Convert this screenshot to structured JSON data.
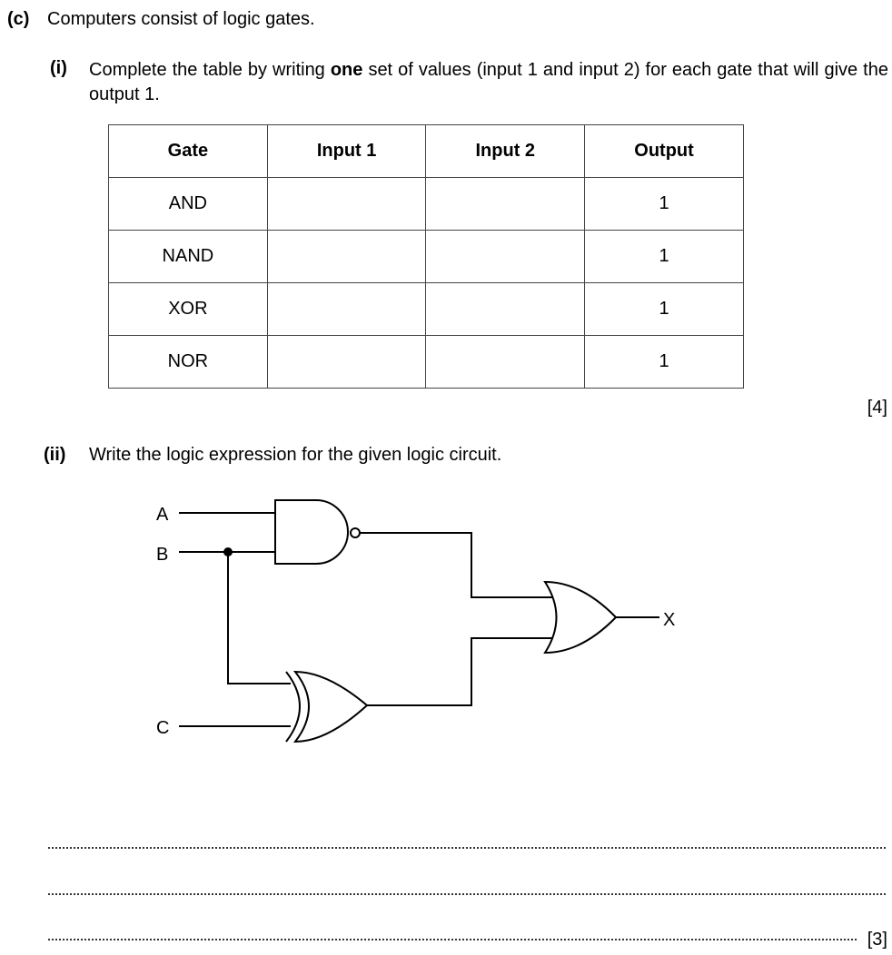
{
  "question": {
    "label": "(c)",
    "text": "Computers consist of logic gates."
  },
  "part_i": {
    "label": "(i)",
    "text_before": "Complete the table by writing ",
    "text_bold": "one",
    "text_after": " set of values (input 1 and input 2) for each gate that will give the output 1.",
    "marks": "[4]"
  },
  "table": {
    "headers": [
      "Gate",
      "Input 1",
      "Input 2",
      "Output"
    ],
    "rows": [
      {
        "gate": "AND",
        "input1": "",
        "input2": "",
        "output": "1"
      },
      {
        "gate": "NAND",
        "input1": "",
        "input2": "",
        "output": "1"
      },
      {
        "gate": "XOR",
        "input1": "",
        "input2": "",
        "output": "1"
      },
      {
        "gate": "NOR",
        "input1": "",
        "input2": "",
        "output": "1"
      }
    ]
  },
  "part_ii": {
    "label": "(ii)",
    "text": "Write the logic expression for the given logic circuit.",
    "marks": "[3]"
  },
  "circuit": {
    "input_a": "A",
    "input_b": "B",
    "input_c": "C",
    "output": "X",
    "gates": [
      "NAND",
      "XOR",
      "OR"
    ]
  }
}
